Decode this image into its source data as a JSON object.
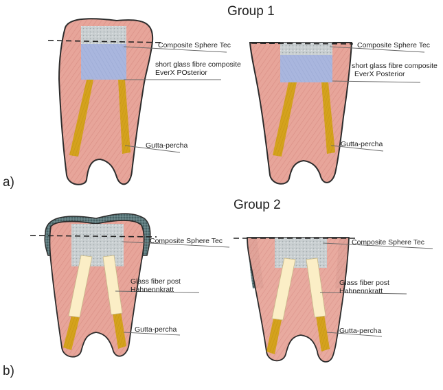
{
  "groups": [
    {
      "title": "Group 1",
      "panel_label": "a)"
    },
    {
      "title": "Group 2",
      "panel_label": "b)"
    }
  ],
  "labels": {
    "composite": "Composite Sphere Tec",
    "sgfc_1_variant_left": "short glass fibre composite",
    "sgfc_2_variant_left": "EverX POsterior",
    "sgfc_1_variant_right": "short glass fibre composite",
    "sgfc_2_variant_right": "EverX Posterior",
    "gutta_percha": "Gutta-percha",
    "post_1": "Glass fiber post",
    "post_2": "Hahnennkratt"
  },
  "colors": {
    "dentin": "#e7a59a",
    "dentin_hatch": "#cf8076",
    "enamel_rim": "#4f6b6e",
    "composite": "#c9cfd1",
    "sgfc": "#a9b6de",
    "gutta_percha": "#d4a21d",
    "fiber_post": "#fbeec6",
    "outline": "#2c2c2c"
  }
}
